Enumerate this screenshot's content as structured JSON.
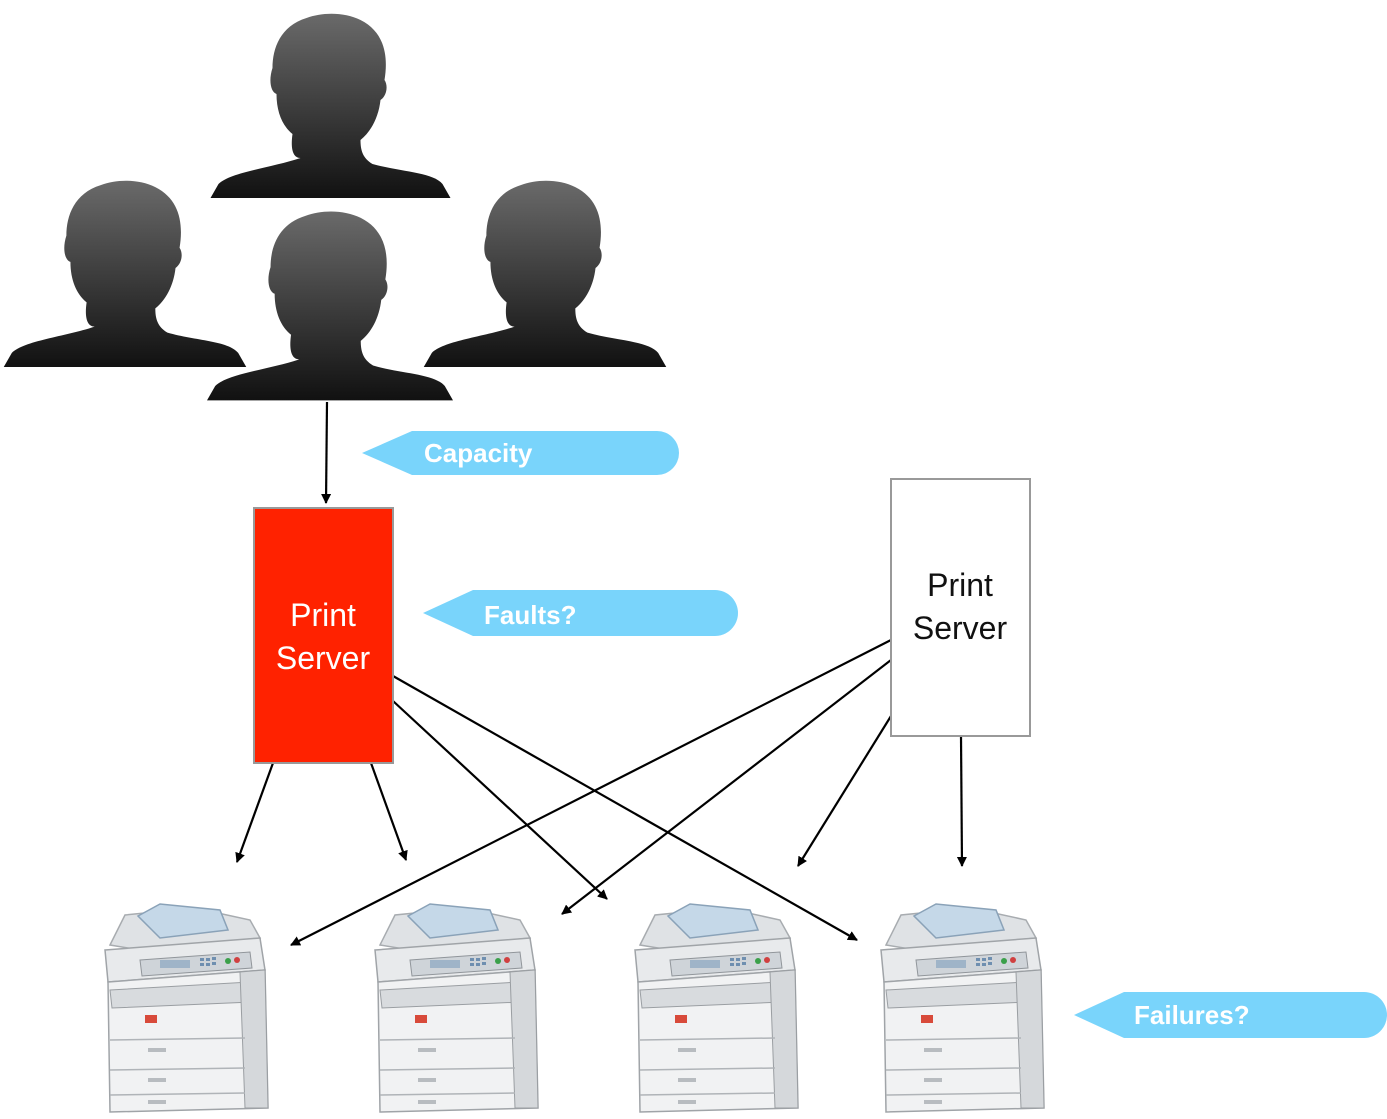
{
  "users": {
    "count": 4,
    "icon": "person-silhouette-icon"
  },
  "print_servers": [
    {
      "id": "primary",
      "line1": "Print",
      "line2": "Server",
      "fill": "#ff2200",
      "text_color": "#ffffff",
      "border": "#999999",
      "status": "faulty"
    },
    {
      "id": "backup",
      "line1": "Print",
      "line2": "Server",
      "fill": "#ffffff",
      "text_color": "#111111",
      "border": "#999999",
      "status": "standby"
    }
  ],
  "printers": {
    "count": 4,
    "icon": "multifunction-printer-icon"
  },
  "callouts": {
    "capacity": "Capacity",
    "faults": "Faults?",
    "failures": "Failures?",
    "color": "#79d4fb"
  },
  "colors": {
    "arrow": "#000000",
    "silhouette_dark": "#111111",
    "silhouette_light": "#6a6a6a"
  }
}
